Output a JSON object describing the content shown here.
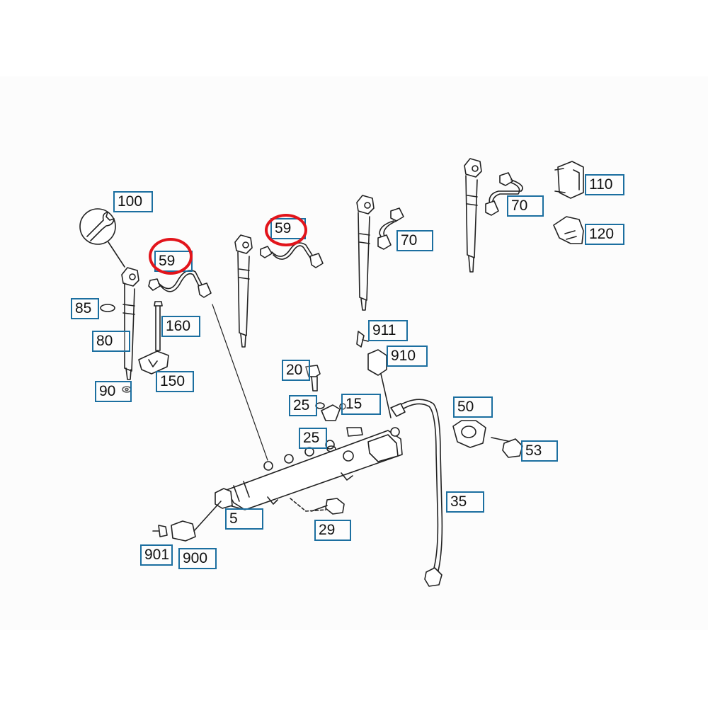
{
  "colors": {
    "callout_border": "#1c6fa0",
    "highlight_ring": "#e2141b",
    "line_art": "#222222"
  },
  "icons": {
    "wrench": "wrench-icon"
  },
  "callouts": {
    "c100": "100",
    "c59a": "59",
    "c59b": "59",
    "c70a": "70",
    "c70b": "70",
    "c110": "110",
    "c120": "120",
    "c85": "85",
    "c160": "160",
    "c80": "80",
    "c911": "911",
    "c910": "910",
    "c20": "20",
    "c150": "150",
    "c90": "90",
    "c25a": "25",
    "c15": "15",
    "c50": "50",
    "c25b": "25",
    "c53": "53",
    "c35": "35",
    "c5": "5",
    "c29": "29",
    "c901": "901",
    "c900": "900"
  },
  "highlighted_parts": [
    "59",
    "59"
  ]
}
